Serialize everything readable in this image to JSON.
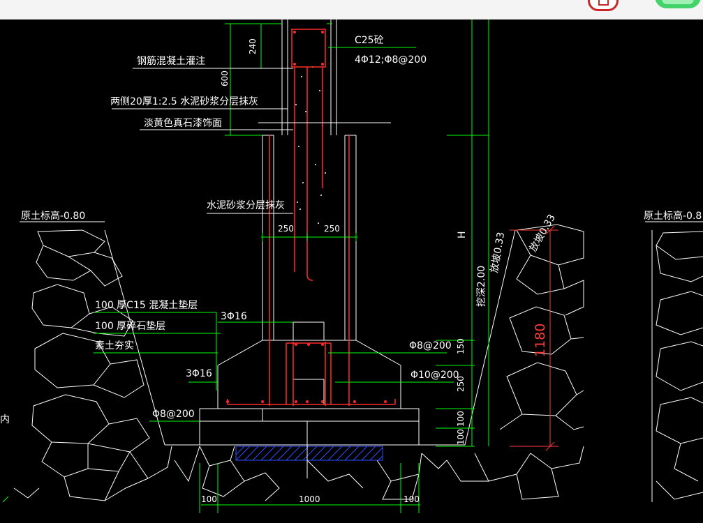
{
  "colors": {
    "background": "#000000",
    "lines_white": "#ffffff",
    "rebar_red": "#ff2a2a",
    "dimension_green": "#00ff00",
    "hatch_blue": "#3050ff"
  },
  "toolbar": {
    "icon_left": "red-circle-app-icon",
    "icon_right": "green-pill-app-icon"
  },
  "column": {
    "concrete_grade": "C25砼",
    "rebar_spec": "4Φ12;Φ8@200",
    "dim_top": "240",
    "dim_embed": "600"
  },
  "labels": {
    "rc_pour": "钢筋混凝土灌注",
    "plaster_layers": "两侧20厚1:2.5 水泥砂浆分层抹灰",
    "stone_paint": "淡黄色真石漆饰面",
    "mortar_plaster": "水泥砂浆分层抹灰",
    "ground_left": "原土标高-0.80",
    "ground_right": "原土标高-0.8",
    "cushion_c15": "100 厚C15 混凝土垫层",
    "gravel": "100 厚碎石垫层",
    "soil": "素土夯实",
    "edge_text": "内"
  },
  "rebar": {
    "bars_upper": "3Φ16",
    "bars_lower": "3Φ16",
    "stirrup_upper": "Φ8@200",
    "stirrup_lower": "Φ10@200",
    "bottom_mesh": "Φ8@200"
  },
  "dims": {
    "half_width_left": "250",
    "half_width_right": "250",
    "height_label": "H",
    "elev_upper": "150",
    "elev_lower": "250",
    "cushion_1": "100",
    "cushion_2": "100",
    "slope_text": "放坡0.33",
    "slope_text_2": "放坡0.33",
    "depth_text": "挖深2.00",
    "depth_big": "1180",
    "bottom_left": "100",
    "bottom_center": "1000",
    "bottom_right": "100"
  }
}
